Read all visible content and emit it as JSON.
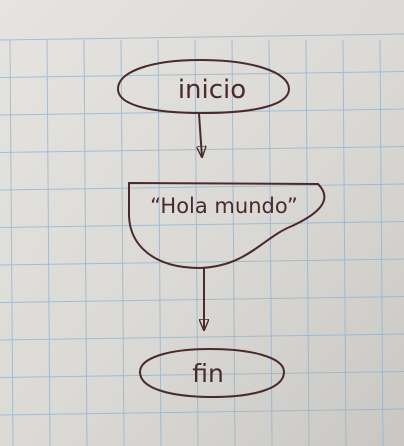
{
  "paper": {
    "background": "#dcdad6",
    "grid_color": "#8fb2cf",
    "ink_color": "#4a2a2a"
  },
  "flowchart": {
    "start": {
      "label": "inicio",
      "shape": "terminal"
    },
    "output": {
      "label": "“Hola mundo”",
      "shape": "display"
    },
    "end": {
      "label": "fin",
      "shape": "terminal"
    },
    "connectors": [
      {
        "from": "start",
        "to": "output"
      },
      {
        "from": "output",
        "to": "end"
      }
    ]
  }
}
